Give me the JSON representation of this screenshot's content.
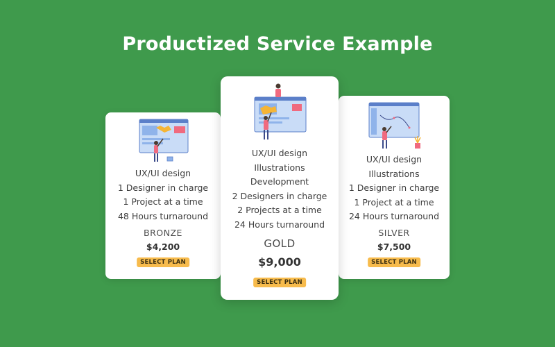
{
  "page": {
    "title": "Productized Service Example"
  },
  "colors": {
    "background": "#3f9a4c",
    "button": "#f7bb4c",
    "card": "#ffffff"
  },
  "plans": [
    {
      "name": "BRONZE",
      "price": "$4,200",
      "button_label": "SELECT PLAN",
      "illustration": "designer-at-screen-illustration",
      "features": [
        "UX/UI design",
        "1 Designer in charge",
        "1 Project at a time",
        "48 Hours turnaround"
      ]
    },
    {
      "name": "GOLD",
      "price": "$9,000",
      "button_label": "SELECT PLAN",
      "illustration": "team-building-screen-illustration",
      "features": [
        "UX/UI design",
        "Illustrations",
        "Development",
        "2 Designers in charge",
        "2 Projects at a time",
        "24 Hours turnaround"
      ]
    },
    {
      "name": "SILVER",
      "price": "$7,500",
      "button_label": "SELECT PLAN",
      "illustration": "designer-drawing-screen-illustration",
      "features": [
        "UX/UI design",
        "Illustrations",
        "1 Designer in charge",
        "1 Project at a time",
        "24 Hours turnaround"
      ]
    }
  ]
}
